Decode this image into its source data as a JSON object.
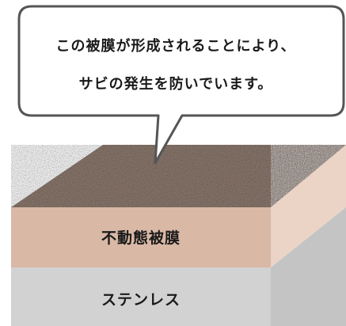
{
  "callout": {
    "line1": "この被膜が形成されることにより、",
    "line2": "サビの発生を防いでいます。"
  },
  "layers": {
    "passive_film": "不動態被膜",
    "stainless": "ステンレス"
  },
  "colors": {
    "top_surface": "#8d7a6f",
    "film_front": "#d9b8a6",
    "film_side": "#ebd4c6",
    "steel_front": "#d2d2d2",
    "steel_side": "#c4c4c4",
    "callout_border": "#555555"
  }
}
